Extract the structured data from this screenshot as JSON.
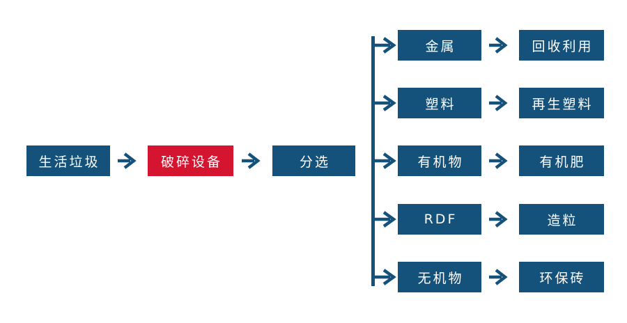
{
  "colors": {
    "background": "#FFFFFF",
    "node_blue": "#15527B",
    "node_red": "#D5152F",
    "label_text": "#FFFFFF"
  },
  "main_flow": {
    "nodes": [
      {
        "label": "生活垃圾",
        "color": "blue"
      },
      {
        "label": "破碎设备",
        "color": "red"
      },
      {
        "label": "分选",
        "color": "blue"
      }
    ]
  },
  "branches": [
    {
      "source": "金属",
      "result": "回收利用"
    },
    {
      "source": "塑料",
      "result": "再生塑料"
    },
    {
      "source": "有机物",
      "result": "有机肥"
    },
    {
      "source": "RDF",
      "result": "造粒"
    },
    {
      "source": "无机物",
      "result": "环保砖"
    }
  ]
}
